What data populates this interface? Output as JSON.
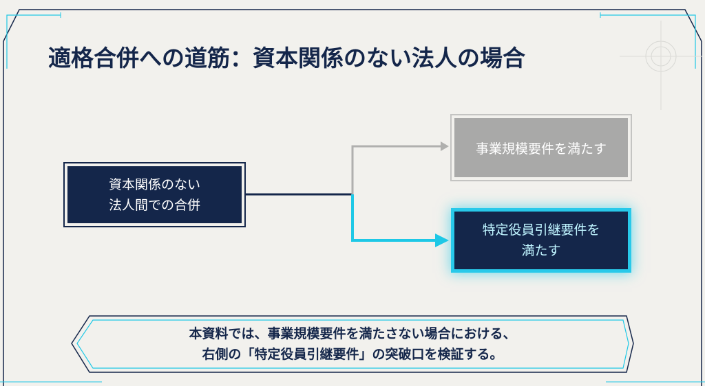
{
  "title": "適格合併への道筋：資本関係のない法人の場合",
  "source_box": {
    "line1": "資本関係のない",
    "line2": "法人間での合併"
  },
  "option_scale": {
    "label": "事業規模要件を満たす"
  },
  "option_officer": {
    "line1": "特定役員引継要件を",
    "line2": "満たす"
  },
  "note": {
    "line1": "本資料では、事業規模要件を満たさない場合における、",
    "line2": "右側の「特定役員引継要件」の突破口を検証する。"
  },
  "colors": {
    "navy": "#14264a",
    "cyan": "#1ec8e6",
    "gray": "#a9a9a8",
    "background": "#f2f1ed"
  }
}
